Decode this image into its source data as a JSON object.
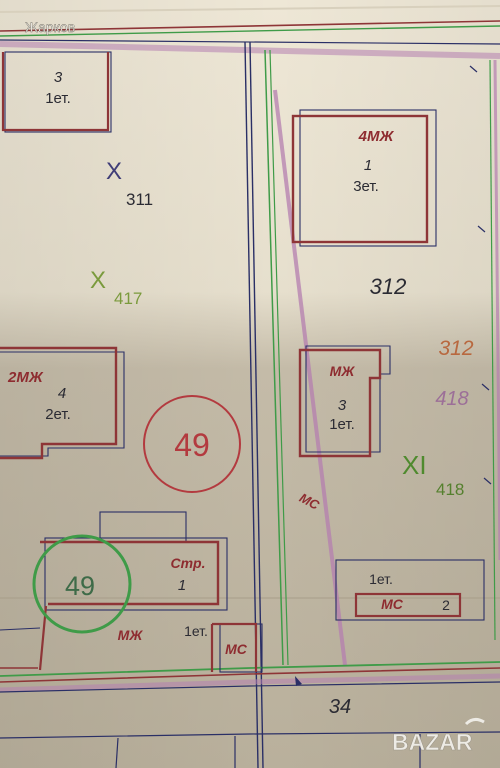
{
  "watermark": "Жарков",
  "logo_text": "BAZAR",
  "colors": {
    "paper": "#eee7d6",
    "paper_shadow": "#bfb6a3",
    "building_red": "#8e3537",
    "line_navy": "#2a2f66",
    "line_green": "#3f9b48",
    "line_pink": "#b57fb0",
    "text_dark": "#2b2b33",
    "text_red": "#8e2c30",
    "text_green": "#55802e",
    "text_orange": "#b8683f",
    "text_violet": "#9c6f98"
  },
  "labels": {
    "b_top_num": "3",
    "b_top_floors": "1ет.",
    "zone_x": "X",
    "zone_x_num": "311",
    "zone_x_green": "X",
    "zone_x_green_num": "417",
    "b_4mzh_type": "4МЖ",
    "b_4mzh_num": "1",
    "b_4mzh_floors": "3ет.",
    "plot_312": "312",
    "b_2mzh_type": "2МЖ",
    "b_2mzh_num": "4",
    "b_2mzh_floors": "2ет.",
    "red_circle_num": "49",
    "b_mzh_type": "МЖ",
    "b_mzh_num": "3",
    "b_mzh_floors": "1ет.",
    "orange_312": "312",
    "violet_418": "418",
    "zone_xi": "XI",
    "zone_xi_num": "418",
    "diag_label": "МС",
    "b_str_type": "Стр.",
    "b_str_num": "1",
    "green_circle_num": "49",
    "bottom_mzh": "МЖ",
    "bottom_floors": "1ет.",
    "b_ms_small": "МС",
    "b_right_floors": "1ет.",
    "b_right_ms": "МС",
    "b_right_num": "2",
    "street_34": "34"
  }
}
